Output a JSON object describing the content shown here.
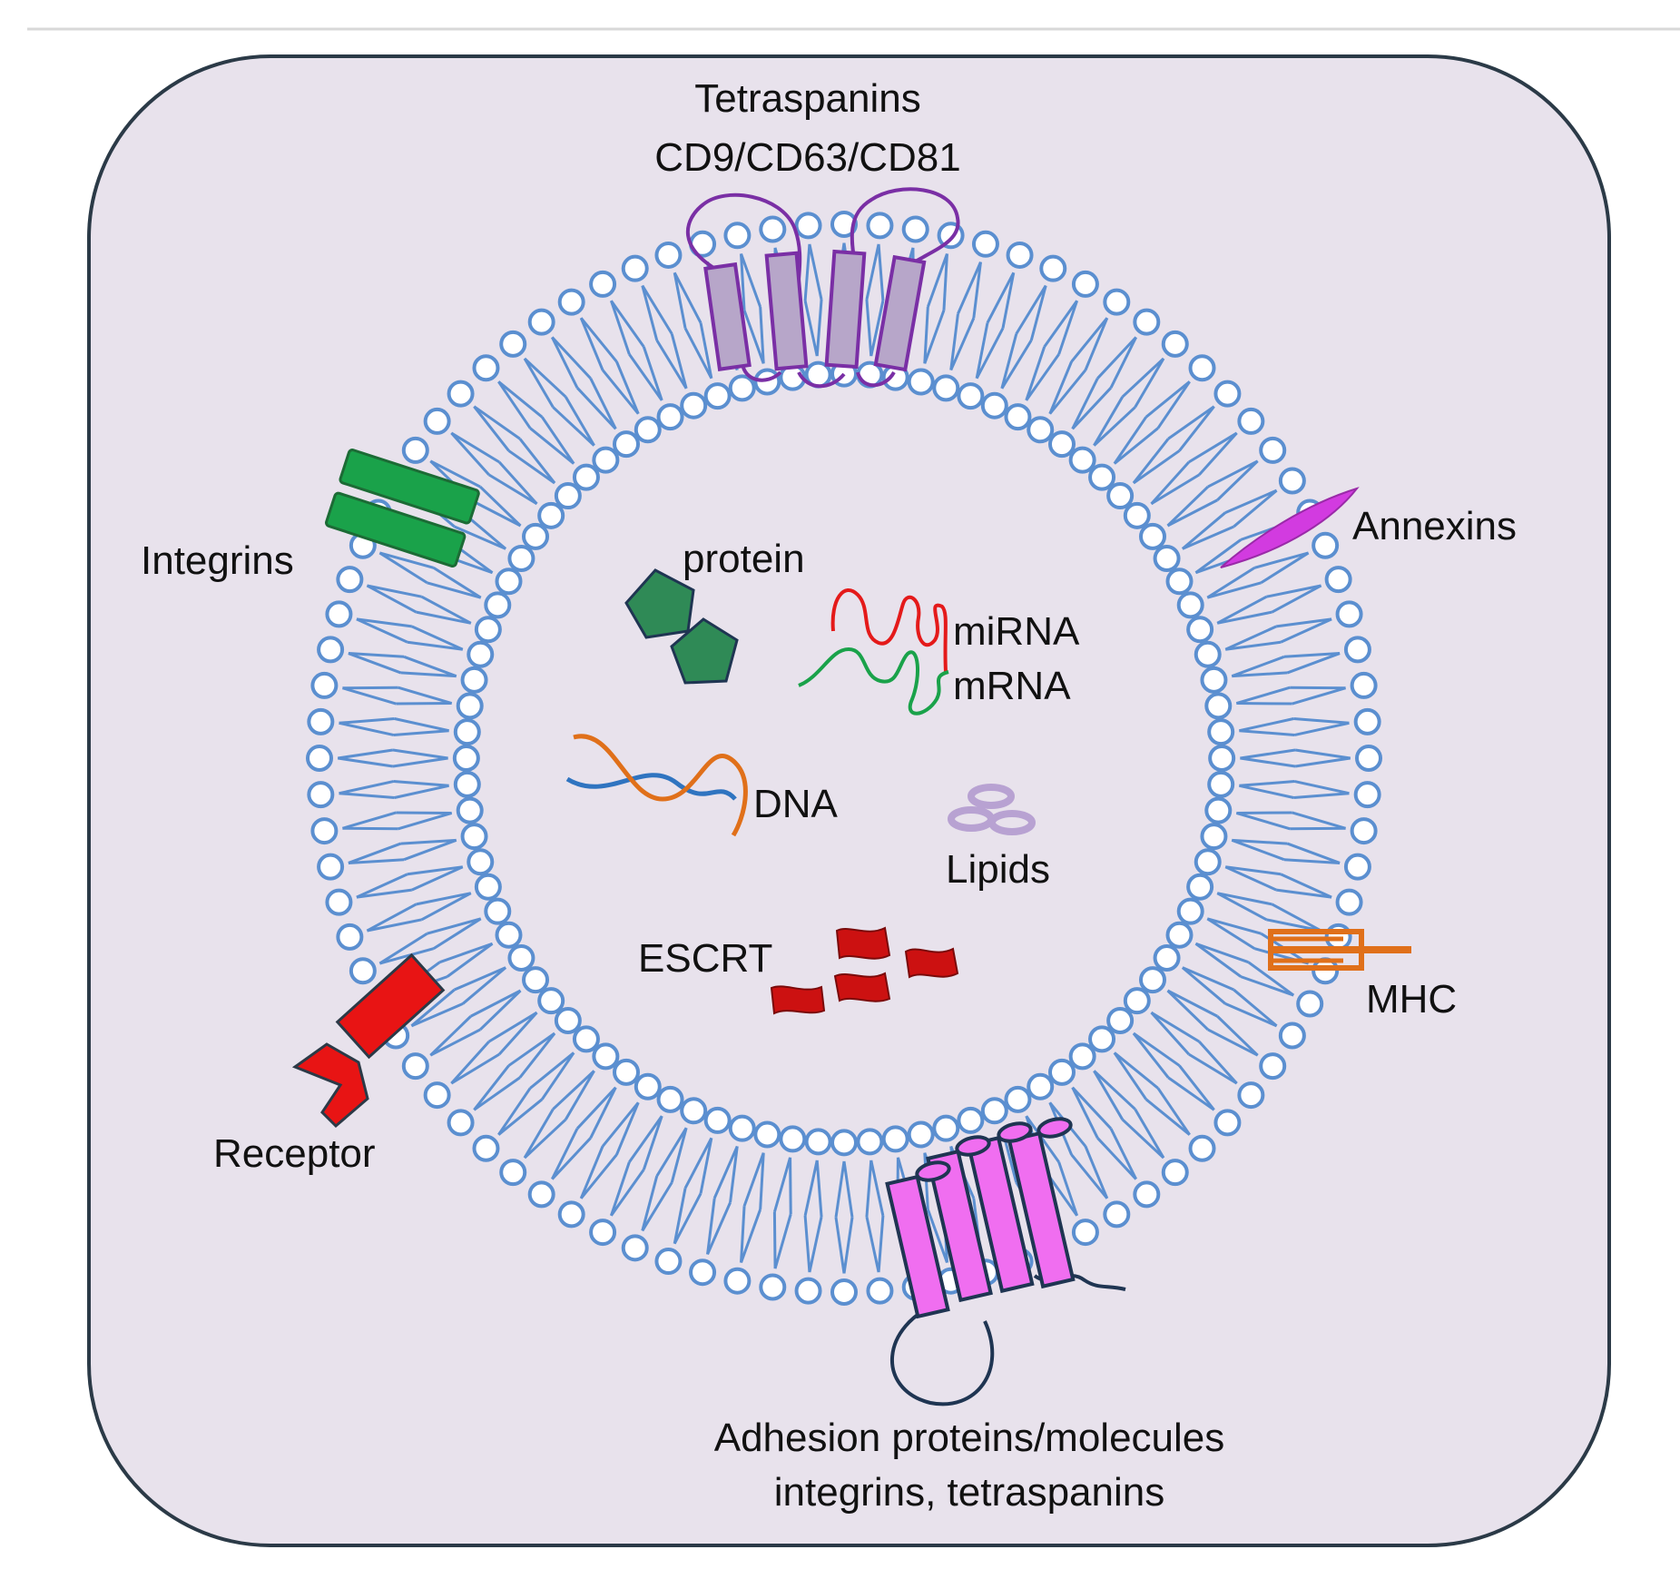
{
  "colors": {
    "background": "#e8e2ec",
    "frame": "#2b3a47",
    "membrane": "#5b8fd0",
    "membrane_fill": "#ffffff",
    "text": "#111111",
    "tetraspanin_band": "#b7a6c9",
    "tetraspanin_loop": "#7a2fa5",
    "integrin": "#1aa24a",
    "annexin": "#d23be0",
    "mhc": "#e0701a",
    "receptor": "#e81414",
    "adhesion": "#f06ef0",
    "protein": "#2f8a56",
    "mirna": "#e41a1a",
    "mrna": "#1aa24a",
    "dna_a": "#e0701a",
    "dna_b": "#2f74c0",
    "lipids": "#b8a2d2",
    "escrt": "#cc1111"
  },
  "labels": {
    "tetraspanins_line1": "Tetraspanins",
    "tetraspanins_line2": "CD9/CD63/CD81",
    "integrins": "Integrins",
    "annexins": "Annexins",
    "mhc": "MHC",
    "receptor": "Receptor",
    "adhesion_line1": "Adhesion proteins/molecules",
    "adhesion_line2": "integrins, tetraspanins",
    "protein": "protein",
    "mirna": "miRNA",
    "mrna": "mRNA",
    "dna": "DNA",
    "lipids": "Lipids",
    "escrt": "ESCRT"
  }
}
